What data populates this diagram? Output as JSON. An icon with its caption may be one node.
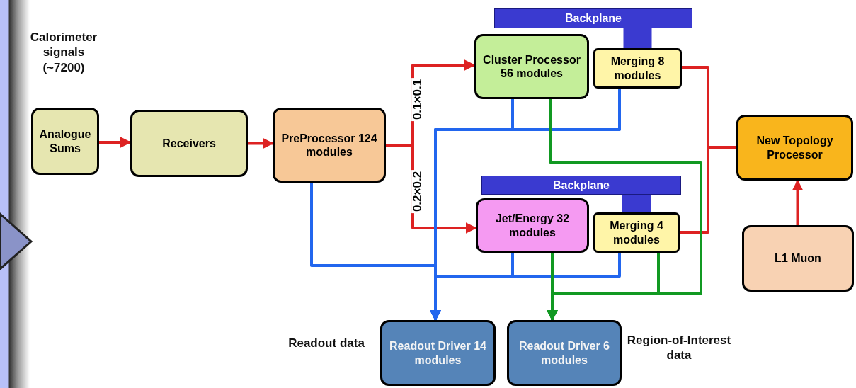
{
  "diagram": {
    "nodes": [
      {
        "text": [
          "Analogue Sums"
        ],
        "beside": [
          "Calorimeter signals (~7200)"
        ]
      },
      {
        "text": [
          "Receivers"
        ]
      },
      {
        "text": [
          "PreProcessor 124 modules"
        ]
      },
      {
        "text": [
          "Backplane"
        ]
      },
      {
        "text": [
          "Cluster Processor 56 modules"
        ]
      },
      {
        "text": [
          "Merging 8 modules"
        ]
      },
      {
        "text": [
          "Backplane"
        ]
      },
      {
        "text": [
          "Jet/Energy 32 modules"
        ]
      },
      {
        "text": [
          "Merging 4 modules"
        ]
      },
      {
        "text": [
          "New Topology Processor"
        ]
      },
      {
        "text": [
          "L1 Muon"
        ]
      },
      {
        "text": [
          "Readout Driver 14 modules"
        ],
        "beside": [
          "Readout data"
        ]
      },
      {
        "text": [
          "Readout Driver 6 modules"
        ],
        "beside": [
          "Region-of-Interest data"
        ]
      }
    ],
    "edges": [
      {
        "from": 0,
        "to": 1,
        "arrow": "to"
      },
      {
        "from": 1,
        "to": 2,
        "arrow": "to"
      },
      {
        "from": 2,
        "to": 4,
        "arrow": "to",
        "label": "0.1×0.1"
      },
      {
        "from": 2,
        "to": 7,
        "arrow": "to",
        "label": "0.2×0.2"
      },
      {
        "from": 5,
        "to": 9,
        "arrow": "none"
      },
      {
        "from": 8,
        "to": 9,
        "arrow": "none"
      },
      {
        "from": 10,
        "to": 9,
        "arrow": "to"
      },
      {
        "from": 2,
        "to": 11,
        "arrow": "to",
        "color": "#2266ee"
      },
      {
        "from": 4,
        "to": 11,
        "arrow": "to",
        "color": "#2266ee"
      },
      {
        "from": 5,
        "to": 11,
        "arrow": "to",
        "color": "#2266ee"
      },
      {
        "from": 7,
        "to": 11,
        "arrow": "to",
        "color": "#2266ee"
      },
      {
        "from": 8,
        "to": 11,
        "arrow": "to",
        "color": "#2266ee"
      },
      {
        "from": 4,
        "to": 12,
        "arrow": "to",
        "color": "#119922"
      },
      {
        "from": 7,
        "to": 12,
        "arrow": "to",
        "color": "#119922"
      },
      {
        "from": 8,
        "to": 12,
        "arrow": "to",
        "color": "#119922"
      },
      {
        "from": 3,
        "to": 5,
        "arrow": "none",
        "style": "thick",
        "color": "#3a3ad0"
      },
      {
        "from": 6,
        "to": 8,
        "arrow": "none",
        "style": "thick",
        "color": "#3a3ad0"
      }
    ]
  }
}
